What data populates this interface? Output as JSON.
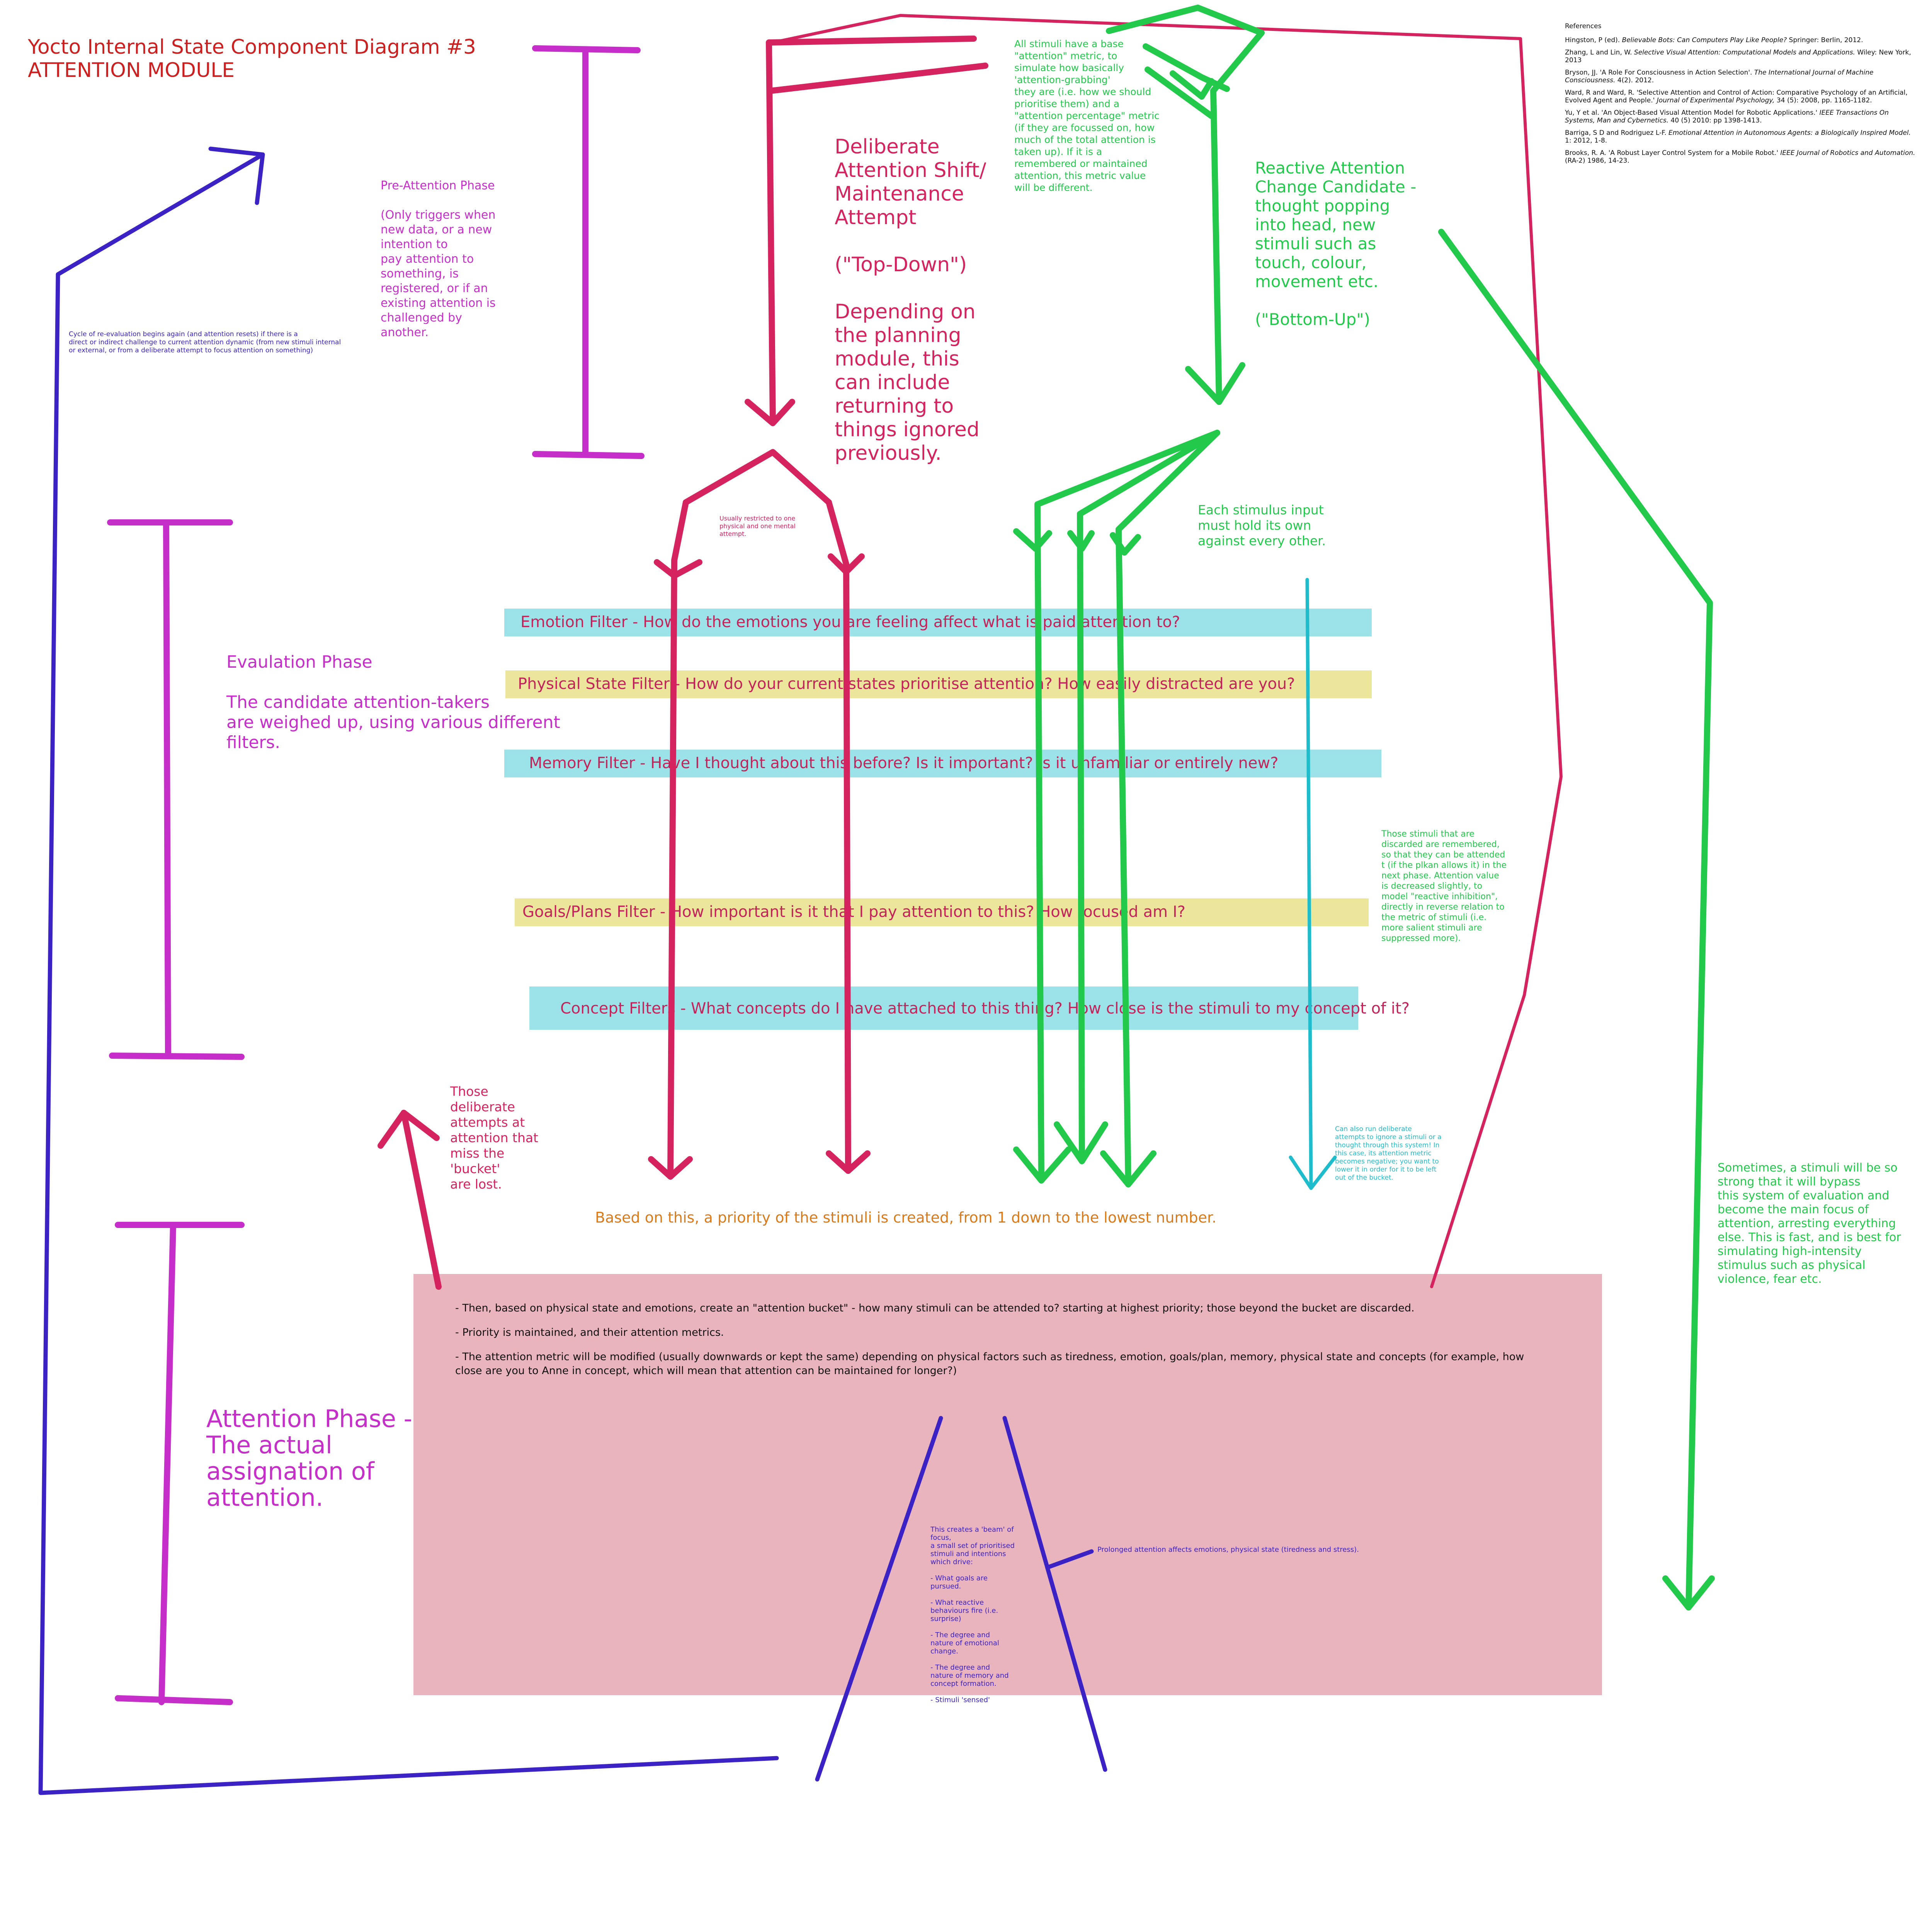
{
  "title": {
    "line1": "Yocto Internal State Component Diagram #3",
    "line2": "ATTENTION MODULE"
  },
  "phases": {
    "pre_attention": "Pre-Attention Phase\n\n(Only triggers when\nnew data, or a new\nintention to\npay attention to\nsomething, is\nregistered, or if an\nexisting attention is\nchallenged by\nanother.",
    "evaluation": "Evaulation Phase\n\nThe candidate attention-takers\nare weighed up, using various different\nfilters.",
    "attention": "Attention Phase -\nThe actual\nassignation of\nattention."
  },
  "notes": {
    "cycle": "Cycle of re-evaluation begins again (and attention resets) if there is a\ndirect or indirect challenge to current attention dynamic (from new stimuli internal\nor external, or from a deliberate attempt to focus attention on something)",
    "deliberate": "Deliberate\nAttention Shift/\nMaintenance\nAttempt\n\n(\"Top-Down\")\n\nDepending on\nthe planning\nmodule, this\ncan include\nreturning to\nthings ignored\npreviously.",
    "reactive": "Reactive Attention\nChange Candidate -\nthought popping\ninto head, new\nstimuli such as\ntouch, colour,\nmovement etc.\n\n(\"Bottom-Up\")",
    "base_metric": "All stimuli have a base\n\"attention\" metric, to\nsimulate how basically\n'attention-grabbing'\nthey are (i.e. how we should\nprioritise them) and a\n\"attention percentage\" metric\n(if they are focussed on, how\nmuch of the total attention is\ntaken up). If it is a\nremembered or maintained\nattention, this metric value\nwill be different.",
    "restricted": "Usually restricted to one\nphysical and one mental\nattempt.",
    "each_stimulus": "Each stimulus input\nmust hold its own\nagainst every other.",
    "discarded": "Those stimuli that are\ndiscarded are remembered,\nso that they can be attended\nt (if the plkan allows it) in the\nnext phase. Attention value\nis decreased slightly, to\nmodel \"reactive inhibition\",\ndirectly in reverse relation to\nthe metric of stimuli (i.e.\nmore salient stimuli are\nsuppressed more).",
    "ignore": "Can also run deliberate\nattempts to ignore a stimuli or a\nthought through this system! In\nthis case, its attention metric\nbecomes negative; you want to\nlower it in order for it to be left\nout of the bucket.",
    "strong": "Sometimes, a stimuli will be so\nstrong that it will bypass\nthis system of evaluation and\nbecome the main focus of\nattention, arresting everything\nelse. This is fast, and is best for\nsimulating high-intensity\nstimulus such as physical\nviolence, fear etc.",
    "lost": "Those\ndeliberate\nattempts at\nattention that\nmiss the\n'bucket'\nare  lost.",
    "priority": "Based on this, a priority of the stimuli is created, from 1 down to the lowest number.",
    "beam": "This creates a 'beam' of\nfocus,\na small set of prioritised\nstimuli and intentions\nwhich drive:\n\n- What goals are\npursued.\n\n- What reactive\nbehaviours fire (i.e.\nsurprise)\n\n- The degree and\nnature of emotional\nchange.\n\n- The degree and\nnature of memory and\nconcept formation.\n\n- Stimuli 'sensed'",
    "prolonged": "Prolonged attention affects emotions, physical state (tiredness and stress)."
  },
  "filters": [
    {
      "label": "Emotion Filter - How do the emotions you are feeling affect what is paid attention to?",
      "color": "#9be3e9"
    },
    {
      "label": "Physical State Filter - How do your current states prioritise attention? How easily distracted are you?",
      "color": "#ebe69b"
    },
    {
      "label": "Memory Filter - Have I thought about this before? Is it important? Is it unfamiliar or entirely new?",
      "color": "#9be3e9"
    },
    {
      "label": "Goals/Plans Filter - How important is it that I pay attention to this? How focused am I?",
      "color": "#ebe69b"
    },
    {
      "label": "Concept Filters - What concepts do I have attached to this thing? How close is the stimuli to my concept of it?",
      "color": "#9be3e9"
    }
  ],
  "bucket": [
    "- Then, based on physical state and emotions, create an \"attention bucket\" - how many stimuli can be attended to? starting at highest priority; those beyond the bucket are discarded.",
    "- Priority is maintained, and their attention metrics.",
    "- The attention metric will be modified (usually downwards or kept the same) depending on physical factors such as tiredness, emotion, goals/plan, memory, physical state and concepts (for example, how close are you to Anne in concept, which will mean that attention can be maintained for longer?)"
  ],
  "references": {
    "title": "References",
    "items": [
      {
        "pre": "Hingston, P (ed). ",
        "it": "Believable Bots: Can Computers Play Like People?",
        "post": " Springer: Berlin, 2012."
      },
      {
        "pre": "Zhang, L and Lin, W. ",
        "it": "Selective Visual Attention: Computational Models and Applications.",
        "post": " Wiley: New York, 2013"
      },
      {
        "pre": "Bryson, JJ. 'A Role For Consciousness in Action Selection'. ",
        "it": "The International Journal of Machine Consciousness.",
        "post": " 4(2). 2012."
      },
      {
        "pre": "Ward, R and Ward, R. 'Selective Attention and Control of Action: Comparative Psychology of an Artificial, Evolved Agent and People.' ",
        "it": "Journal of Experimental Psychology,",
        "post": " 34 (5): 2008, pp. 1165-1182."
      },
      {
        "pre": "Yu, Y et al. 'An Object-Based Visual Attention Model for Robotic Applications.' ",
        "it": "IEEE Transactions On Systems, Man and Cybernetics.",
        "post": " 40 (5) 2010: pp 1398-1413."
      },
      {
        "pre": "Barriga, S D and Rodriguez L-F. ",
        "it": "Emotional Attention in Autonomous Agents: a Biologically Inspired Model.",
        "post": " 1: 2012, 1-8."
      },
      {
        "pre": "Brooks, R. A. 'A Robust Layer Control System for a Mobile Robot.' ",
        "it": "IEEE Journal of Robotics and Automation.",
        "post": " (RA-2) 1986, 14-23."
      }
    ]
  },
  "colors": {
    "deliberate": "#d4235e",
    "reactive": "#22c94b",
    "phase": "#c62ec9",
    "cycle": "#3b22c4",
    "ignore": "#1fbdcc",
    "priority": "#d97b1a",
    "bucket_fill": "#eab4bf"
  }
}
